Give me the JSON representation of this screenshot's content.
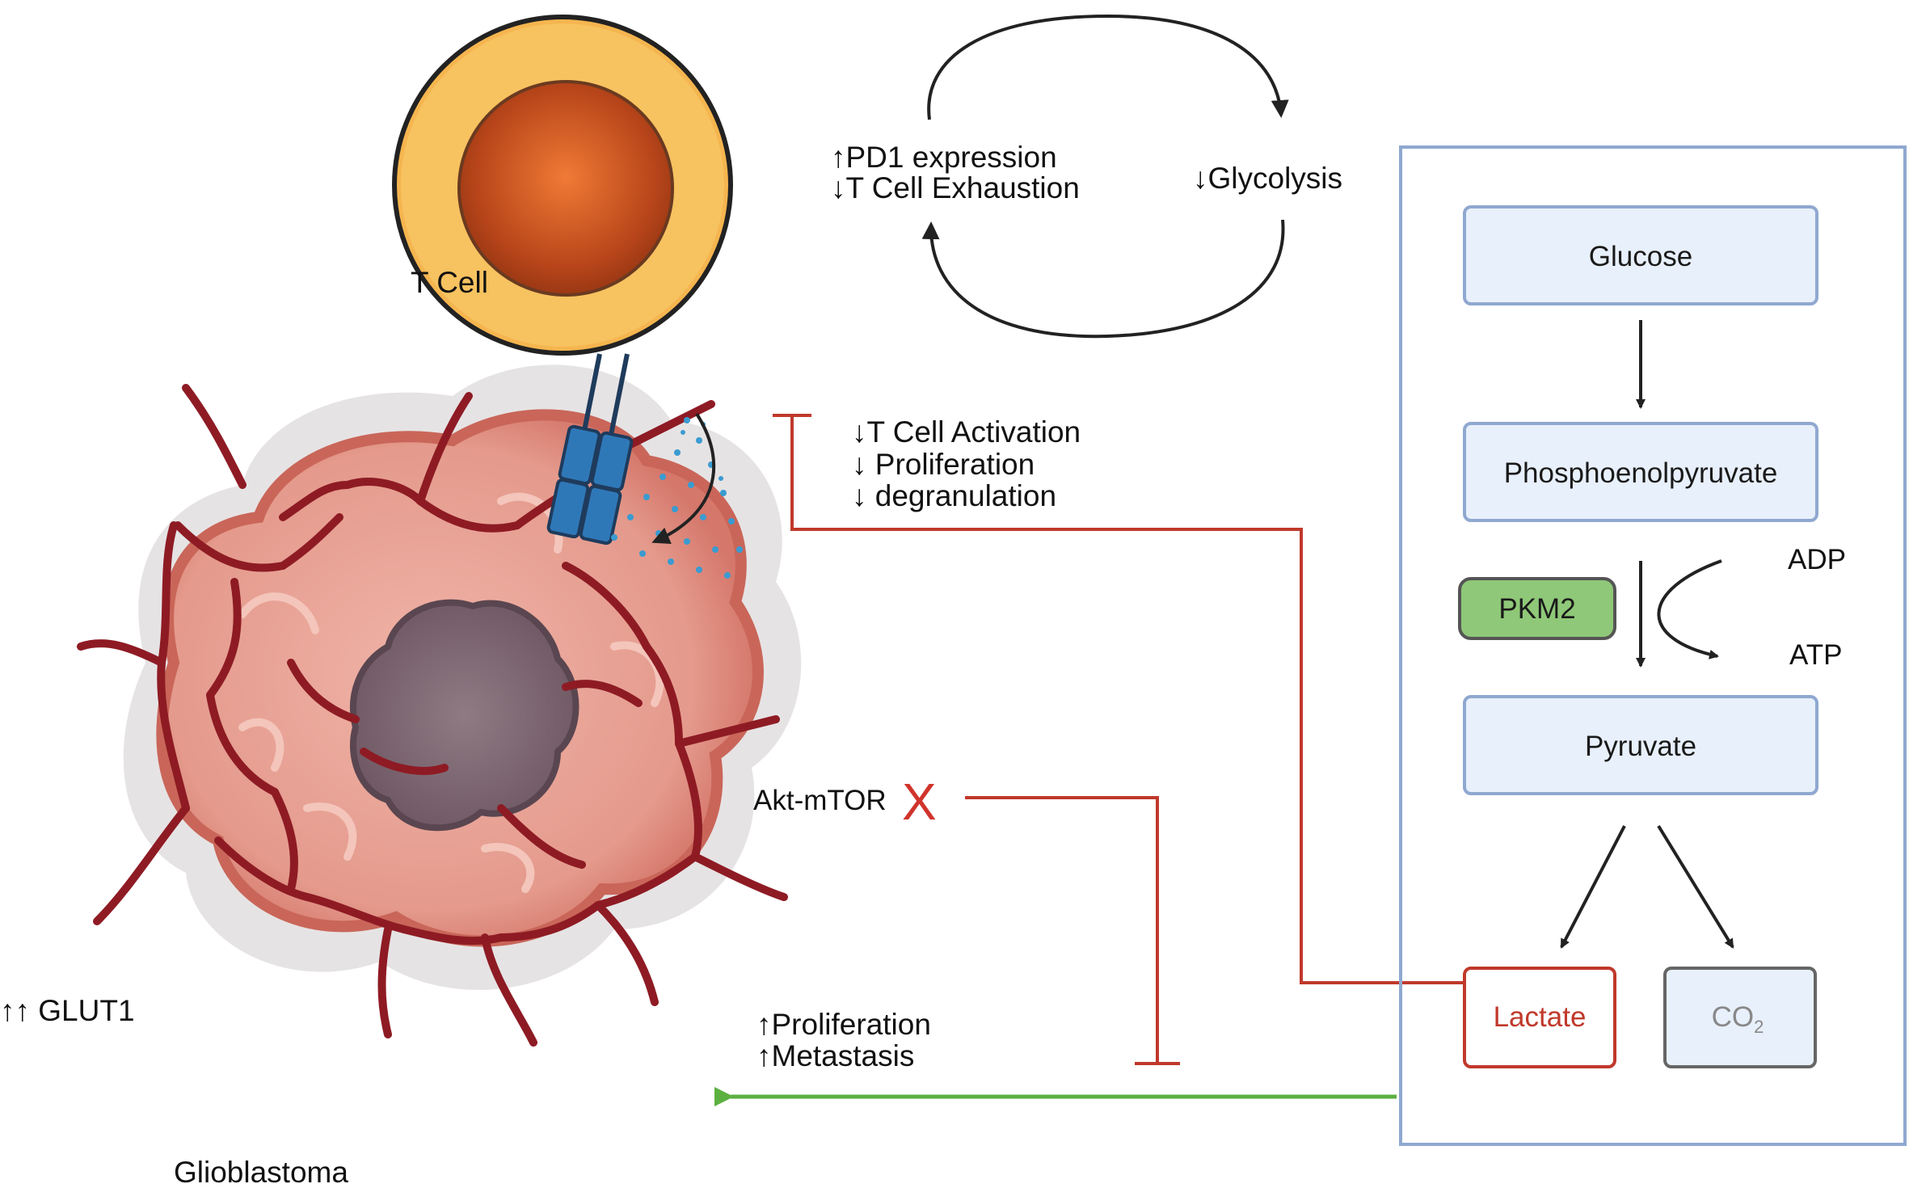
{
  "cells": {
    "t_cell": "T Cell",
    "tumor": "Glioblastoma"
  },
  "labels": {
    "pd1_line1": "↑PD1 expression",
    "pd1_line2": "↓T Cell Exhaustion",
    "glycolysis": "↓Glycolysis",
    "activation_line1": "↓T Cell Activation",
    "activation_line2": "↓ Proliferation",
    "activation_line3": "↓ degranulation",
    "akt_mtor": "Akt-mTOR",
    "akt_mtor_block": "X",
    "glut1": "↑↑ GLUT1",
    "prolif_line1": "↑Proliferation",
    "prolif_line2": "↑Metastasis"
  },
  "pathway": {
    "glucose": "Glucose",
    "pep": "Phosphoenolpyruvate",
    "pkm2": "PKM2",
    "adp": "ADP",
    "atp": "ATP",
    "pyruvate": "Pyruvate",
    "lactate": "Lactate",
    "co2_main": "CO",
    "co2_sub": "2"
  },
  "colors": {
    "inhibition": "#c0392b",
    "promotion": "#5cb040",
    "pathway_border": "#8fa8d0",
    "pathway_box_fill": "#e8f0fb",
    "pkm2_fill": "#8fc878",
    "tumor_body": "#e39b8f",
    "vessel": "#8e1b24"
  }
}
